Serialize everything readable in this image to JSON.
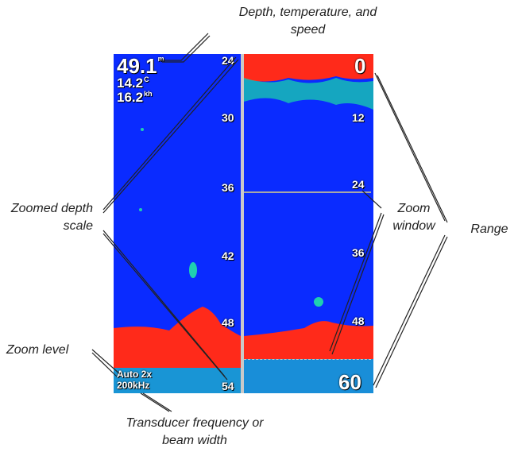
{
  "readouts": {
    "depth": "49.1",
    "depth_unit": "m",
    "temperature": "14.2",
    "temperature_unit": "C",
    "speed": "16.2",
    "speed_unit": "kh"
  },
  "left_scale": [
    "24",
    "30",
    "36",
    "42",
    "48",
    "54"
  ],
  "right_scale": [
    "0",
    "12",
    "24",
    "36",
    "48",
    "60"
  ],
  "status": {
    "zoom_level": "Auto 2x",
    "frequency": "200kHz"
  },
  "callouts": {
    "depth_temp_speed": "Depth, temperature, and speed",
    "zoomed_depth_scale": "Zoomed depth scale",
    "zoom_window": "Zoom window",
    "range": "Range",
    "zoom_level": "Zoom level",
    "transducer": "Transducer frequency or beam width"
  }
}
